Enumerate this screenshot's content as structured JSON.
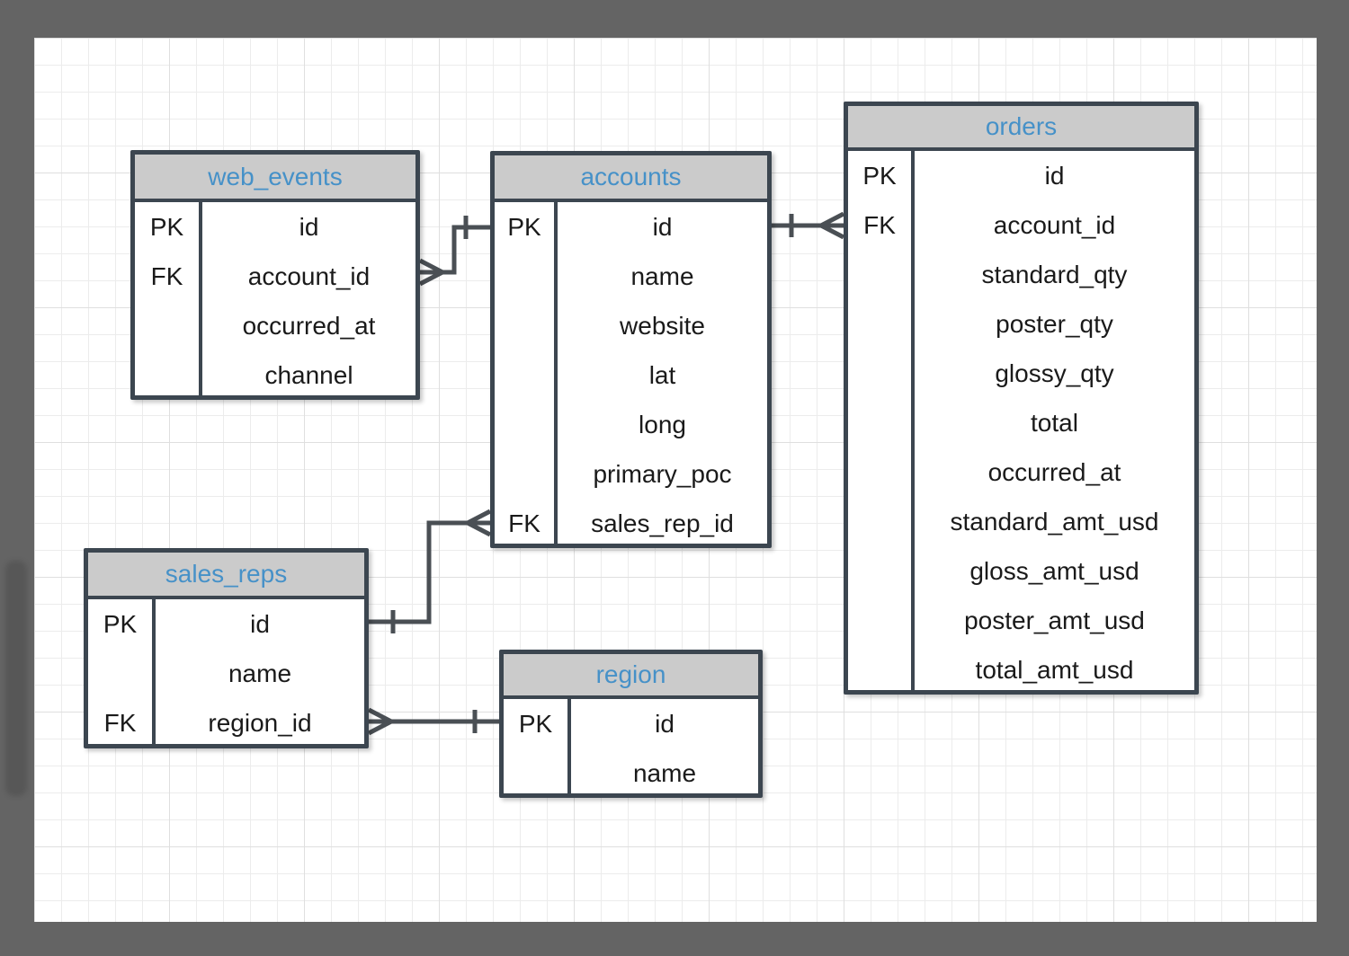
{
  "diagram": {
    "type": "entity-relationship",
    "colors": {
      "frame_background": "#646464",
      "canvas_background": "#ffffff",
      "grid_line": "#ececec",
      "table_border": "#3c4650",
      "table_header_fill": "#cbcbcb",
      "table_title_text": "#4691c8",
      "field_text": "#1a1a1a",
      "connector": "#4a4f54"
    },
    "tables": [
      {
        "id": "web_events",
        "title": "web_events",
        "rows": [
          {
            "key": "PK",
            "field": "id"
          },
          {
            "key": "FK",
            "field": "account_id"
          },
          {
            "key": "",
            "field": "occurred_at"
          },
          {
            "key": "",
            "field": "channel"
          }
        ]
      },
      {
        "id": "accounts",
        "title": "accounts",
        "rows": [
          {
            "key": "PK",
            "field": "id"
          },
          {
            "key": "",
            "field": "name"
          },
          {
            "key": "",
            "field": "website"
          },
          {
            "key": "",
            "field": "lat"
          },
          {
            "key": "",
            "field": "long"
          },
          {
            "key": "",
            "field": "primary_poc"
          },
          {
            "key": "FK",
            "field": "sales_rep_id"
          }
        ]
      },
      {
        "id": "orders",
        "title": "orders",
        "rows": [
          {
            "key": "PK",
            "field": "id"
          },
          {
            "key": "FK",
            "field": "account_id"
          },
          {
            "key": "",
            "field": "standard_qty"
          },
          {
            "key": "",
            "field": "poster_qty"
          },
          {
            "key": "",
            "field": "glossy_qty"
          },
          {
            "key": "",
            "field": "total"
          },
          {
            "key": "",
            "field": "occurred_at"
          },
          {
            "key": "",
            "field": "standard_amt_usd"
          },
          {
            "key": "",
            "field": "gloss_amt_usd"
          },
          {
            "key": "",
            "field": "poster_amt_usd"
          },
          {
            "key": "",
            "field": "total_amt_usd"
          }
        ]
      },
      {
        "id": "sales_reps",
        "title": "sales_reps",
        "rows": [
          {
            "key": "PK",
            "field": "id"
          },
          {
            "key": "",
            "field": "name"
          },
          {
            "key": "FK",
            "field": "region_id"
          }
        ]
      },
      {
        "id": "region",
        "title": "region",
        "rows": [
          {
            "key": "PK",
            "field": "id"
          },
          {
            "key": "",
            "field": "name"
          }
        ]
      }
    ],
    "relationships": [
      {
        "from": "web_events.account_id",
        "to": "accounts.id",
        "from_end": "many",
        "to_end": "one"
      },
      {
        "from": "accounts.id",
        "to": "orders.account_id",
        "from_end": "one",
        "to_end": "many"
      },
      {
        "from": "sales_reps.id",
        "to": "accounts.sales_rep_id",
        "from_end": "one",
        "to_end": "many"
      },
      {
        "from": "sales_reps.region_id",
        "to": "region.id",
        "from_end": "many",
        "to_end": "one"
      }
    ]
  }
}
